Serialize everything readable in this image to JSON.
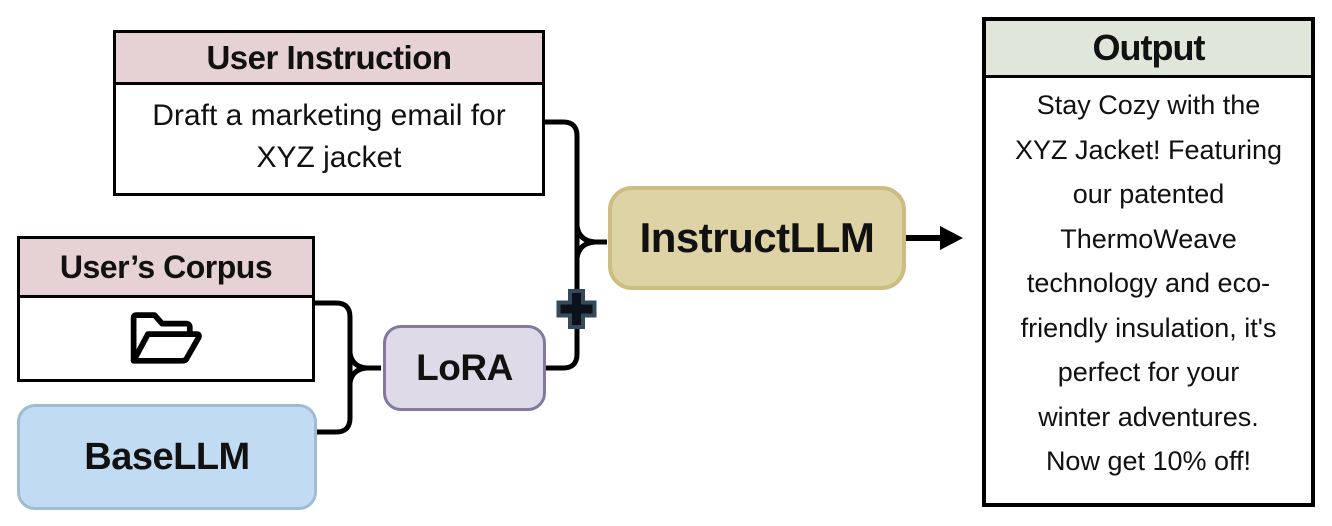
{
  "nodes": {
    "user_instruction": {
      "title": "User Instruction",
      "body": "Draft a marketing email for\nXYZ jacket",
      "header_color": "#e6d2d4"
    },
    "users_corpus": {
      "title": "User’s Corpus",
      "icon": "open-folder-icon",
      "header_color": "#e6d2d4"
    },
    "base_llm": {
      "label": "BaseLLM",
      "fill": "#c1dbf2",
      "border": "#9fbcd4"
    },
    "lora": {
      "label": "LoRA",
      "fill": "#dedae7",
      "border": "#8677a0"
    },
    "instruct_llm": {
      "label": "InstructLLM",
      "fill": "#ded3a4",
      "border": "#ccbd82"
    },
    "output": {
      "title": "Output",
      "body": "Stay Cozy with the\nXYZ Jacket! Featuring\nour patented\nThermoWeave\ntechnology and eco-\nfriendly insulation, it's\nperfect for your\nwinter adventures.\nNow get 10% off!",
      "header_color": "#dee7d9"
    }
  },
  "operators": {
    "merge_plus_symbol": "+"
  },
  "edges": [
    {
      "from": "user_instruction",
      "to": "instruct_llm"
    },
    {
      "from": "users_corpus",
      "to": "lora"
    },
    {
      "from": "base_llm",
      "to": "lora"
    },
    {
      "from": "lora",
      "to": "instruct_llm",
      "via": "merge_plus"
    },
    {
      "from": "instruct_llm",
      "to": "output",
      "type": "arrow"
    }
  ],
  "colors": {
    "connector": "#000000",
    "plus_fill": "#0b121c",
    "plus_outline": "#36495a",
    "pink_header": "#e6d2d4",
    "green_header": "#dee7d9"
  }
}
